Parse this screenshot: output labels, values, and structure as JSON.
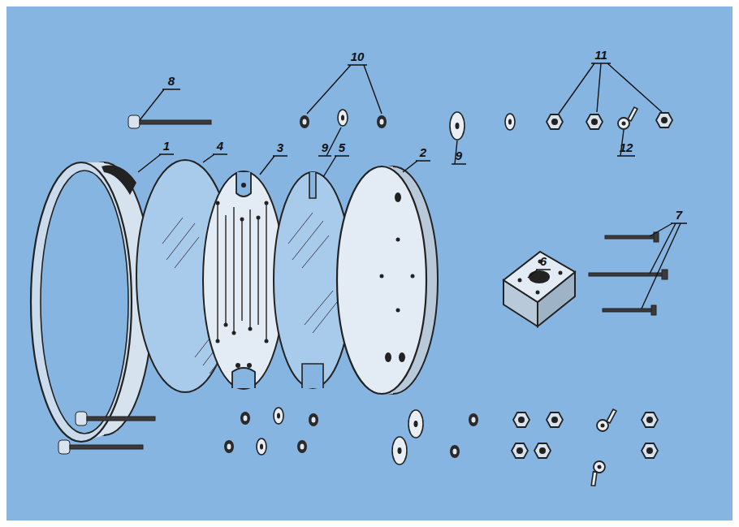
{
  "diagram": {
    "labels": [
      "8",
      "10",
      "11",
      "1",
      "4",
      "3",
      "9",
      "5",
      "2",
      "9",
      "12",
      "6",
      "7"
    ]
  }
}
